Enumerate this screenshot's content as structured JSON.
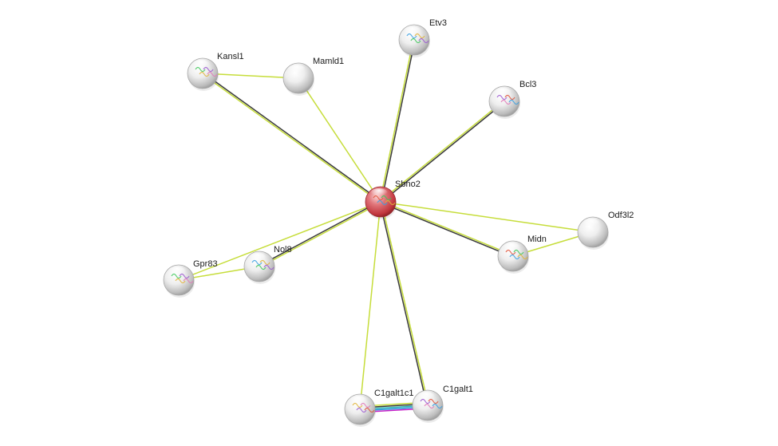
{
  "diagram": {
    "colors": {
      "textmining": "#c6dd3a",
      "coexpression": "#3a3a3a",
      "database": "#1e90d6",
      "experiments": "#c71fc7",
      "homology": "#2ab5b5",
      "query_node": "#d0434a",
      "node": "#d9d9d9"
    },
    "nodes": [
      {
        "id": "sbno2",
        "label": "Sbno2",
        "query": true,
        "structure": true
      },
      {
        "id": "etv3",
        "label": "Etv3",
        "query": false,
        "structure": true
      },
      {
        "id": "kansl1",
        "label": "Kansl1",
        "query": false,
        "structure": true
      },
      {
        "id": "mamld1",
        "label": "Mamld1",
        "query": false,
        "structure": false
      },
      {
        "id": "bcl3",
        "label": "Bcl3",
        "query": false,
        "structure": true
      },
      {
        "id": "odf3l2",
        "label": "Odf3l2",
        "query": false,
        "structure": false
      },
      {
        "id": "midn",
        "label": "Midn",
        "query": false,
        "structure": true
      },
      {
        "id": "nol8",
        "label": "Nol8",
        "query": false,
        "structure": true
      },
      {
        "id": "gpr83",
        "label": "Gpr83",
        "query": false,
        "structure": true
      },
      {
        "id": "c1galt1c1",
        "label": "C1galt1c1",
        "query": false,
        "structure": true
      },
      {
        "id": "c1galt1",
        "label": "C1galt1",
        "query": false,
        "structure": true
      }
    ],
    "edges": [
      {
        "from": "sbno2",
        "to": "etv3",
        "channels": [
          "textmining",
          "coexpression"
        ]
      },
      {
        "from": "sbno2",
        "to": "kansl1",
        "channels": [
          "textmining",
          "coexpression"
        ]
      },
      {
        "from": "sbno2",
        "to": "mamld1",
        "channels": [
          "textmining"
        ]
      },
      {
        "from": "sbno2",
        "to": "bcl3",
        "channels": [
          "textmining",
          "coexpression"
        ]
      },
      {
        "from": "sbno2",
        "to": "odf3l2",
        "channels": [
          "textmining"
        ]
      },
      {
        "from": "sbno2",
        "to": "midn",
        "channels": [
          "textmining",
          "coexpression"
        ]
      },
      {
        "from": "sbno2",
        "to": "nol8",
        "channels": [
          "textmining",
          "coexpression"
        ]
      },
      {
        "from": "sbno2",
        "to": "gpr83",
        "channels": [
          "textmining"
        ]
      },
      {
        "from": "sbno2",
        "to": "c1galt1c1",
        "channels": [
          "textmining"
        ]
      },
      {
        "from": "sbno2",
        "to": "c1galt1",
        "channels": [
          "textmining",
          "coexpression"
        ]
      },
      {
        "from": "kansl1",
        "to": "mamld1",
        "channels": [
          "textmining"
        ]
      },
      {
        "from": "midn",
        "to": "odf3l2",
        "channels": [
          "textmining"
        ]
      },
      {
        "from": "nol8",
        "to": "gpr83",
        "channels": [
          "textmining"
        ]
      },
      {
        "from": "c1galt1c1",
        "to": "c1galt1",
        "channels": [
          "textmining",
          "coexpression",
          "homology",
          "database",
          "experiments"
        ]
      }
    ]
  }
}
